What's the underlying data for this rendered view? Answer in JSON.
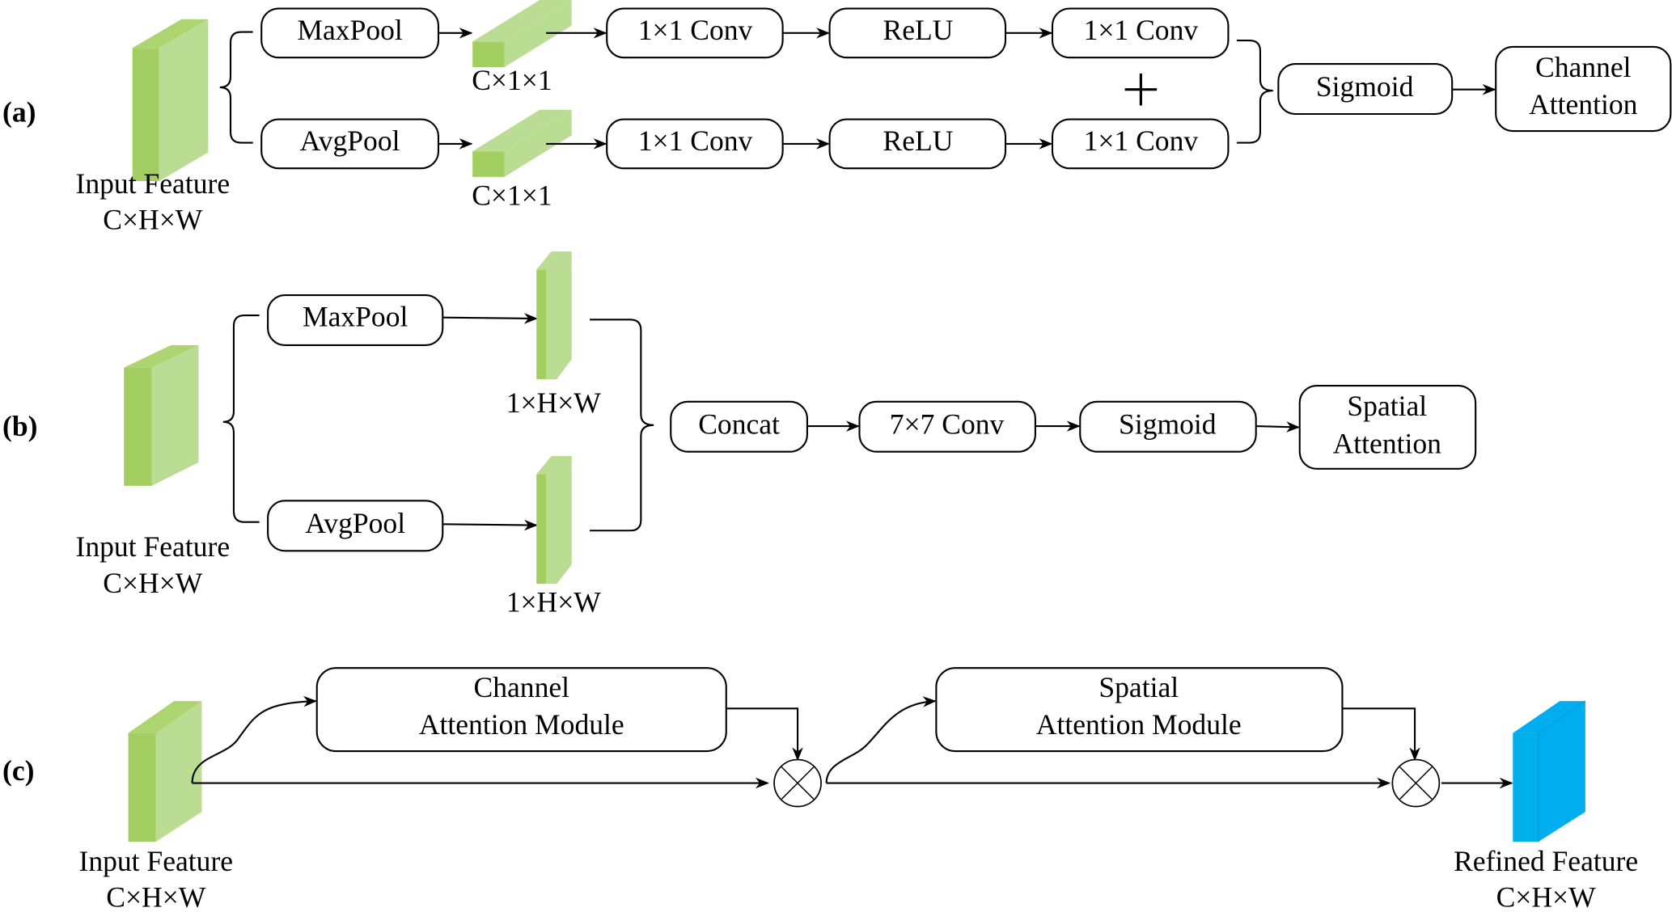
{
  "figure": {
    "panel_a": {
      "label": "(a)",
      "input_label_line1": "Input Feature",
      "input_label_line2": "C×H×W",
      "top_branch": [
        "MaxPool",
        "1×1 Conv",
        "ReLU",
        "1×1 Conv"
      ],
      "bottom_branch": [
        "AvgPool",
        "1×1 Conv",
        "ReLU",
        "1×1 Conv"
      ],
      "pooled_dims_top": "C×1×1",
      "pooled_dims_bottom": "C×1×1",
      "merge_symbol": "+",
      "sigmoid": "Sigmoid",
      "output_line1": "Channel",
      "output_line2": "Attention",
      "colors": {
        "feature_front": "#a3cf62",
        "feature_side": "#badc93"
      }
    },
    "panel_b": {
      "label": "(b)",
      "input_label_line1": "Input Feature",
      "input_label_line2": "C×H×W",
      "maxpool": "MaxPool",
      "avgpool": "AvgPool",
      "pooled_dims_top": "1×H×W",
      "pooled_dims_bottom": "1×H×W",
      "concat": "Concat",
      "conv": "7×7 Conv",
      "sigmoid": "Sigmoid",
      "output_line1": "Spatial",
      "output_line2": "Attention"
    },
    "panel_c": {
      "label": "(c)",
      "input_label_line1": "Input Feature",
      "input_label_line2": "C×H×W",
      "cam_line1": "Channel",
      "cam_line2": "Attention Module",
      "sam_line1": "Spatial",
      "sam_line2": "Attention Module",
      "output_label_line1": "Refined Feature",
      "output_label_line2": "C×H×W",
      "multiply_symbol": "⊗",
      "colors": {
        "refined_front": "#00b0ea",
        "refined_side": "#00aeef"
      }
    }
  }
}
